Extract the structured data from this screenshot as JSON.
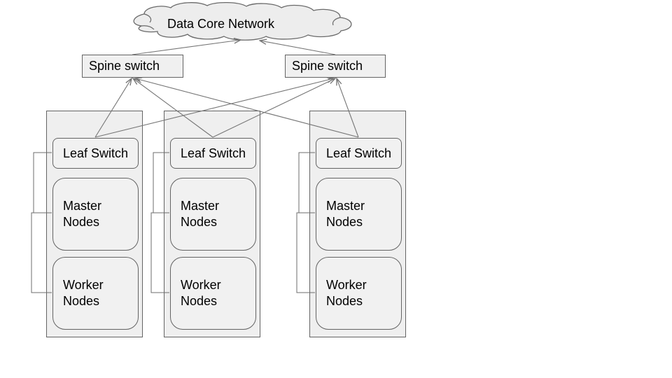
{
  "cloud": {
    "label": "Data Core Network"
  },
  "spines": [
    {
      "label": "Spine switch"
    },
    {
      "label": "Spine switch"
    }
  ],
  "racks": [
    {
      "leaf": "Leaf Switch",
      "master": "Master Nodes",
      "worker": "Worker Nodes"
    },
    {
      "leaf": "Leaf Switch",
      "master": "Master Nodes",
      "worker": "Worker Nodes"
    },
    {
      "leaf": "Leaf Switch",
      "master": "Master Nodes",
      "worker": "Worker Nodes"
    }
  ],
  "colors": {
    "shape_fill": "#f0f0f0",
    "shape_stroke": "#646464",
    "connector_line": "#757575",
    "text": "#000000",
    "background": "#ffffff"
  }
}
